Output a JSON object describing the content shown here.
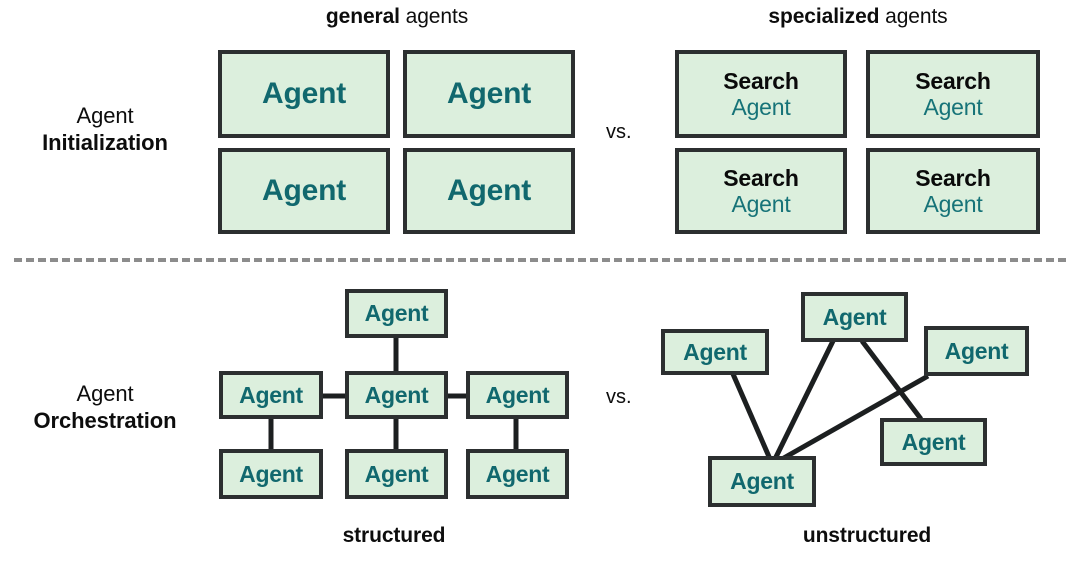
{
  "figure": {
    "headings": [
      {
        "emphasis": "general",
        "rest": " agents"
      },
      {
        "emphasis": "specialized",
        "rest": " agents"
      }
    ],
    "rows": [
      {
        "label_top": "Agent",
        "label_bottom": "Initialization",
        "vs": "vs."
      },
      {
        "label_top": "Agent",
        "label_bottom": "Orchestration",
        "vs": "vs."
      }
    ],
    "captions": [
      "structured",
      "unstructured"
    ],
    "colors": {
      "box_fill": "#dcefdd",
      "box_border": "#2c2f30",
      "agent_text": "#11686e",
      "role_text": "#0a0a0a",
      "divider": "#8c8c8c",
      "edge": "#1c1f20",
      "background": "#ffffff"
    },
    "initialization": {
      "general": {
        "boxes": [
          {
            "label": "Agent"
          },
          {
            "label": "Agent"
          },
          {
            "label": "Agent"
          },
          {
            "label": "Agent"
          }
        ]
      },
      "specialized": {
        "boxes": [
          {
            "role": "Search",
            "kind": "Agent"
          },
          {
            "role": "Search",
            "kind": "Agent"
          },
          {
            "role": "Search",
            "kind": "Agent"
          },
          {
            "role": "Search",
            "kind": "Agent"
          }
        ]
      }
    },
    "orchestration": {
      "structured": {
        "nodes": [
          {
            "id": "s-top",
            "label": "Agent"
          },
          {
            "id": "s-mid-l",
            "label": "Agent"
          },
          {
            "id": "s-mid-c",
            "label": "Agent"
          },
          {
            "id": "s-mid-r",
            "label": "Agent"
          },
          {
            "id": "s-bot-l",
            "label": "Agent"
          },
          {
            "id": "s-bot-c",
            "label": "Agent"
          },
          {
            "id": "s-bot-r",
            "label": "Agent"
          }
        ],
        "edges": [
          [
            "s-top",
            "s-mid-c"
          ],
          [
            "s-mid-l",
            "s-mid-c"
          ],
          [
            "s-mid-c",
            "s-mid-r"
          ],
          [
            "s-mid-l",
            "s-bot-l"
          ],
          [
            "s-mid-c",
            "s-bot-c"
          ],
          [
            "s-mid-r",
            "s-bot-r"
          ]
        ]
      },
      "unstructured": {
        "nodes": [
          {
            "id": "u-left",
            "label": "Agent"
          },
          {
            "id": "u-top",
            "label": "Agent"
          },
          {
            "id": "u-right",
            "label": "Agent"
          },
          {
            "id": "u-mid-r",
            "label": "Agent"
          },
          {
            "id": "u-bottom",
            "label": "Agent"
          }
        ],
        "edges": [
          [
            "u-left",
            "u-bottom"
          ],
          [
            "u-top",
            "u-bottom"
          ],
          [
            "u-right",
            "u-bottom"
          ],
          [
            "u-top",
            "u-mid-r"
          ]
        ]
      }
    }
  }
}
